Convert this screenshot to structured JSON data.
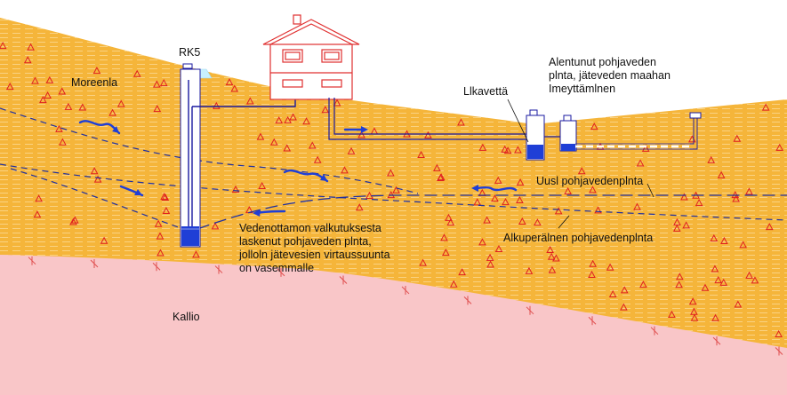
{
  "labels": {
    "well": "RK5",
    "moraine": "Moreenla",
    "bedrock": "Kallio",
    "septic_tank": "Llkavettä",
    "lowered_gw": [
      "Alentunut pohjaveden",
      "plnta, jäteveden maahan",
      "Imeyttämlnen"
    ],
    "new_gw": "Uusl pohjavedenplnta",
    "original_gw": "Alkuperälnen pohjavedenplnta",
    "drawdown": [
      "Vedenottamon valkutuksesta",
      "laskenut pohjaveden plnta,",
      "jolloln jätevesien virtaussuunta",
      "on vasemmalle"
    ]
  },
  "colors": {
    "soil": "#f5b53a",
    "soil_hatch": "#fbd68a",
    "bedrock": "#f9c6c8",
    "bedrock_mark": "#e05050",
    "triangle": "#e02020",
    "water": "#1f3fd6",
    "water_line": "#2030a0",
    "house": "#e03030",
    "pipe": "#1a1aa0",
    "text": "#111111"
  }
}
